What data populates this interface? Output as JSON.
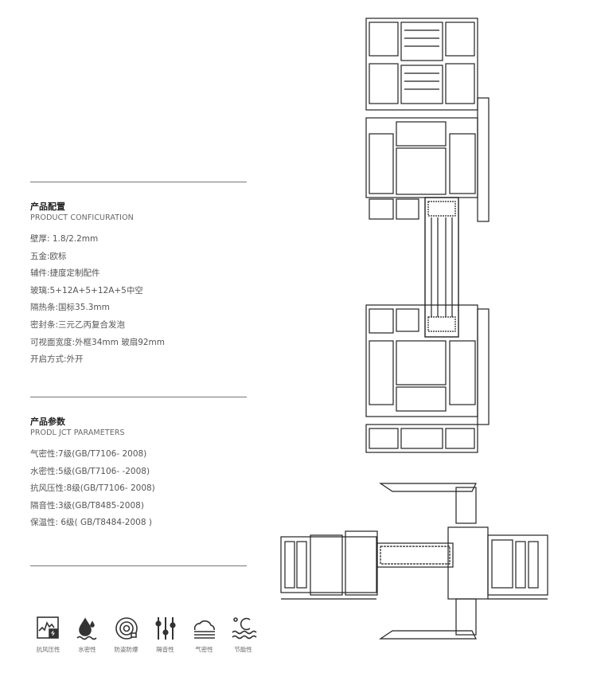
{
  "config": {
    "title": "产品配置",
    "subtitle": "PRODUCT CONFICURATION",
    "lines": [
      "壁厚: 1.8/2.2mm",
      "五金:欧标",
      "辅件:捷度定制配件",
      "玻璃:5+12A+5+12A+5中空",
      "隔热条:国标35.3mm",
      "密封条:三元乙丙复合发泡",
      "可视面宽度:外框34mm 玻扇92mm",
      "开启方式:外开"
    ]
  },
  "params": {
    "title": "产品参数",
    "subtitle": "PRODL JCT PARAMETERS",
    "lines": [
      "气密性:7级(GB/T7106- 2008)",
      "水密性:5级(GB/T7106- -2008)",
      "抗风压性:8级(GB/T7106- 2008)",
      "隔音性:3级(GB/T8485-2008)",
      "保温性: 6级( GB/T8484-2008 )"
    ]
  },
  "icons": [
    {
      "name": "wind-pressure-icon",
      "label": "抗风压性"
    },
    {
      "name": "water-tight-icon",
      "label": "水密性"
    },
    {
      "name": "anti-theft-icon",
      "label": "防盗防爆"
    },
    {
      "name": "sound-insulation-icon",
      "label": "隔音性"
    },
    {
      "name": "air-tight-icon",
      "label": "气密性"
    },
    {
      "name": "energy-saving-icon",
      "label": "节能性"
    }
  ]
}
